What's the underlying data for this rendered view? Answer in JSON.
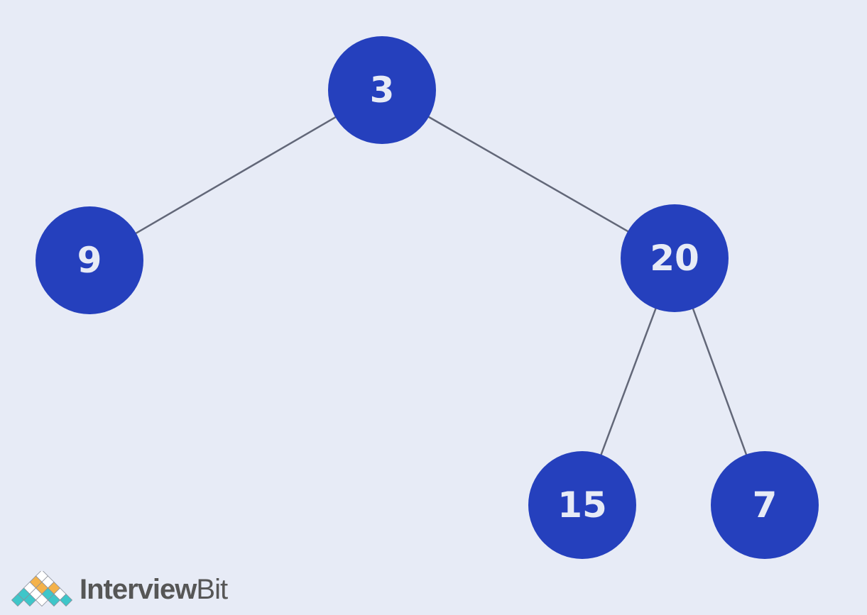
{
  "diagram": {
    "type": "binary-tree",
    "node_color": "#2540bd",
    "label_color": "#e7ebf6",
    "edge_color": "#626778",
    "background_color": "#e7ebf6",
    "nodes": [
      {
        "id": "n3",
        "label": "3"
      },
      {
        "id": "n9",
        "label": "9"
      },
      {
        "id": "n20",
        "label": "20"
      },
      {
        "id": "n15",
        "label": "15"
      },
      {
        "id": "n7",
        "label": "7"
      }
    ],
    "edges": [
      {
        "from": "n3",
        "to": "n9"
      },
      {
        "from": "n3",
        "to": "n20"
      },
      {
        "from": "n20",
        "to": "n15"
      },
      {
        "from": "n20",
        "to": "n7"
      }
    ]
  },
  "brand": {
    "name_bold": "Interview",
    "name_light": "Bit",
    "logo_icon": "diamond-grid-logo-icon"
  }
}
